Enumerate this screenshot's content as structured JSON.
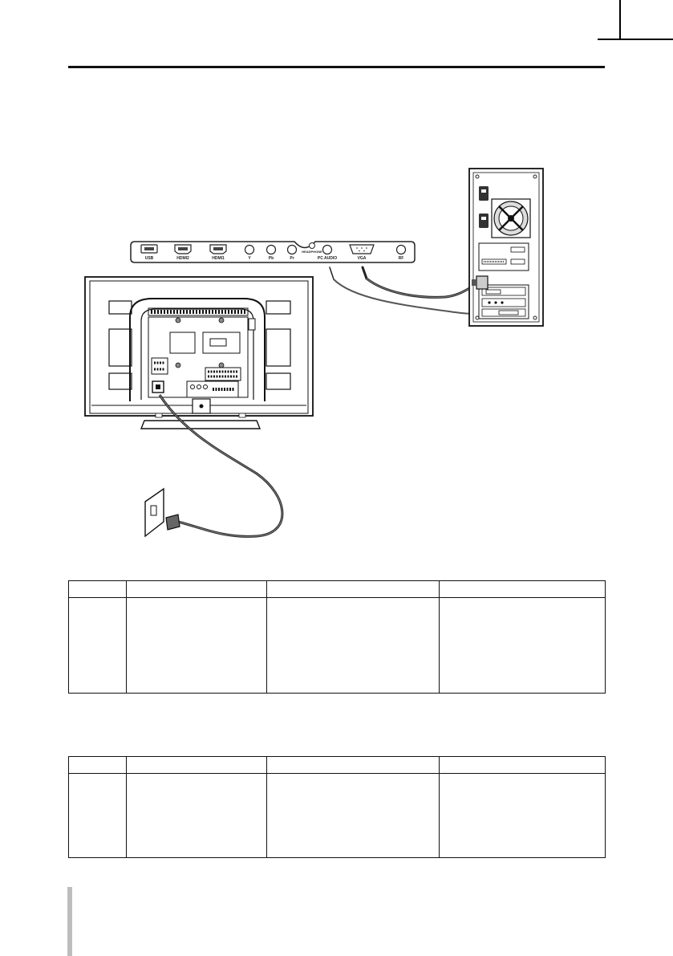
{
  "panel_ports": {
    "usb": "USB",
    "hdmi2": "HDMI2",
    "hdmi1": "HDMI1",
    "y": "Y",
    "pb": "Pb",
    "pr": "Pr",
    "headphone": "HEADPHONE",
    "pc_audio": "PC AUDIO",
    "vga": "VGA",
    "rf": "RF"
  },
  "tables": [
    {
      "columns": [
        "",
        "",
        "",
        ""
      ],
      "rows": [
        [
          "",
          "",
          "",
          ""
        ]
      ]
    },
    {
      "columns": [
        "",
        "",
        "",
        ""
      ],
      "rows": [
        [
          "",
          "",
          "",
          ""
        ]
      ]
    }
  ]
}
